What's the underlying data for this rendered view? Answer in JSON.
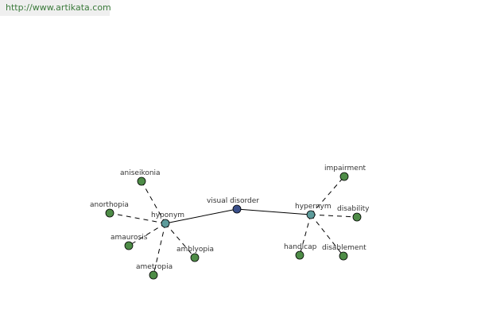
{
  "header": {
    "url": "http://www.artikata.com"
  },
  "graph": {
    "center": {
      "id": "visual-disorder",
      "label": "visual disorder"
    },
    "hubs": [
      {
        "id": "hyponym",
        "label": "hyponym"
      },
      {
        "id": "hypernym",
        "label": "hypernym"
      }
    ],
    "leaves": [
      {
        "id": "aniseikonia",
        "label": "aniseikonia",
        "hub": "hyponym"
      },
      {
        "id": "anorthopia",
        "label": "anorthopia",
        "hub": "hyponym"
      },
      {
        "id": "amaurosis",
        "label": "amaurosis",
        "hub": "hyponym"
      },
      {
        "id": "ametropia",
        "label": "ametropia",
        "hub": "hyponym"
      },
      {
        "id": "amblyopia",
        "label": "amblyopia",
        "hub": "hyponym"
      },
      {
        "id": "impairment",
        "label": "impairment",
        "hub": "hypernym"
      },
      {
        "id": "disability",
        "label": "disability",
        "hub": "hypernym"
      },
      {
        "id": "handicap",
        "label": "handicap",
        "hub": "hypernym"
      },
      {
        "id": "disablement",
        "label": "disablement",
        "hub": "hypernym"
      }
    ],
    "colors": {
      "center": "#3a4f8a",
      "hub": "#5d9b9b",
      "leaf": "#4e8c47",
      "url_text": "#3a7a3a"
    }
  }
}
